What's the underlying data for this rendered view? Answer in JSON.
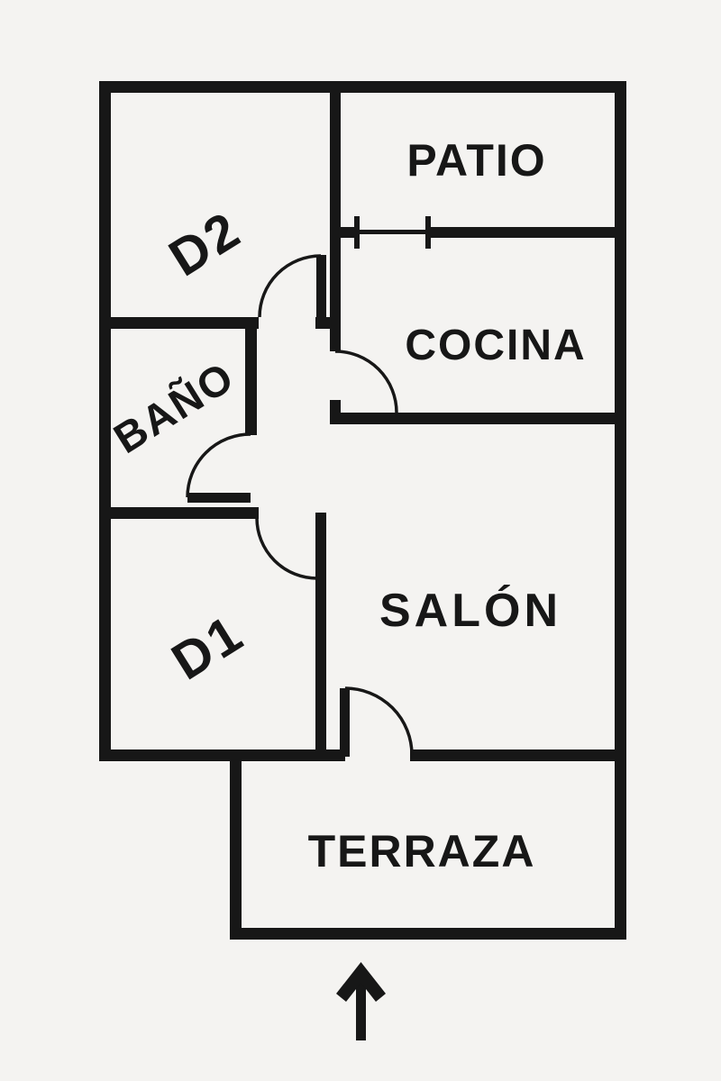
{
  "colors": {
    "background": "#f4f3f1",
    "walls": "#171717",
    "text": "#171717"
  },
  "rooms": {
    "d2": {
      "label": "D2"
    },
    "patio": {
      "label": "PATIO"
    },
    "cocina": {
      "label": "COCINA"
    },
    "bano": {
      "label": "BAÑO"
    },
    "d1": {
      "label": "D1"
    },
    "salon": {
      "label": "SALÓN"
    },
    "terraza": {
      "label": "TERRAZA"
    }
  },
  "entrance_arrow": {
    "direction": "up"
  }
}
